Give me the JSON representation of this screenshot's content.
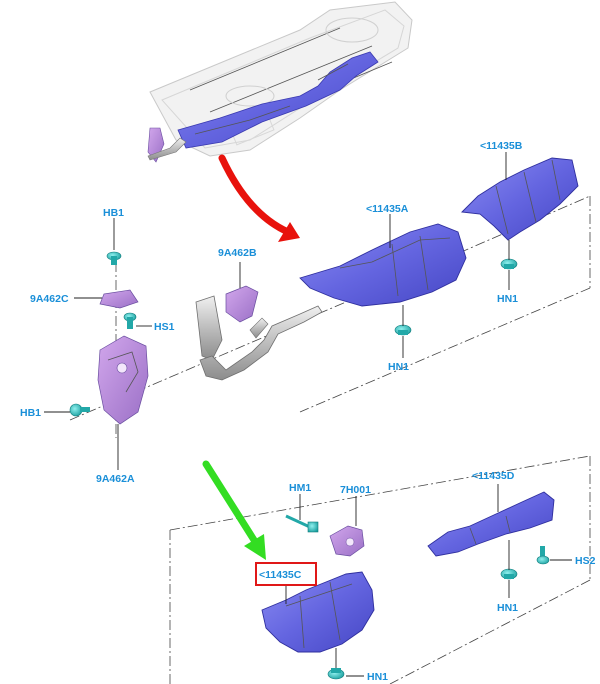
{
  "diagram": {
    "labels": {
      "hb1_top": "HB1",
      "p9a462c": "9A462C",
      "hs1": "HS1",
      "hb1_left": "HB1",
      "p9a462a": "9A462A",
      "p9a462b": "9A462B",
      "p11435a": "<11435A",
      "p11435b": "<11435B",
      "hn1_a": "HN1",
      "hn1_b": "HN1",
      "hm1": "HM1",
      "p7h001": "7H001",
      "p11435d": "<11435D",
      "p11435c": "<11435C",
      "hs2": "HS2",
      "hn1_d": "HN1",
      "hn1_c": "HN1"
    },
    "colors": {
      "label_text": "#1a8fd8",
      "shield_fill": "#6b6be6",
      "bracket_fill": "#b58ad6",
      "fastener_fill": "#3cc1c1",
      "red_arrow": "#e8120c",
      "green_arrow": "#33dd22",
      "highlight_box": "#e01818"
    }
  }
}
